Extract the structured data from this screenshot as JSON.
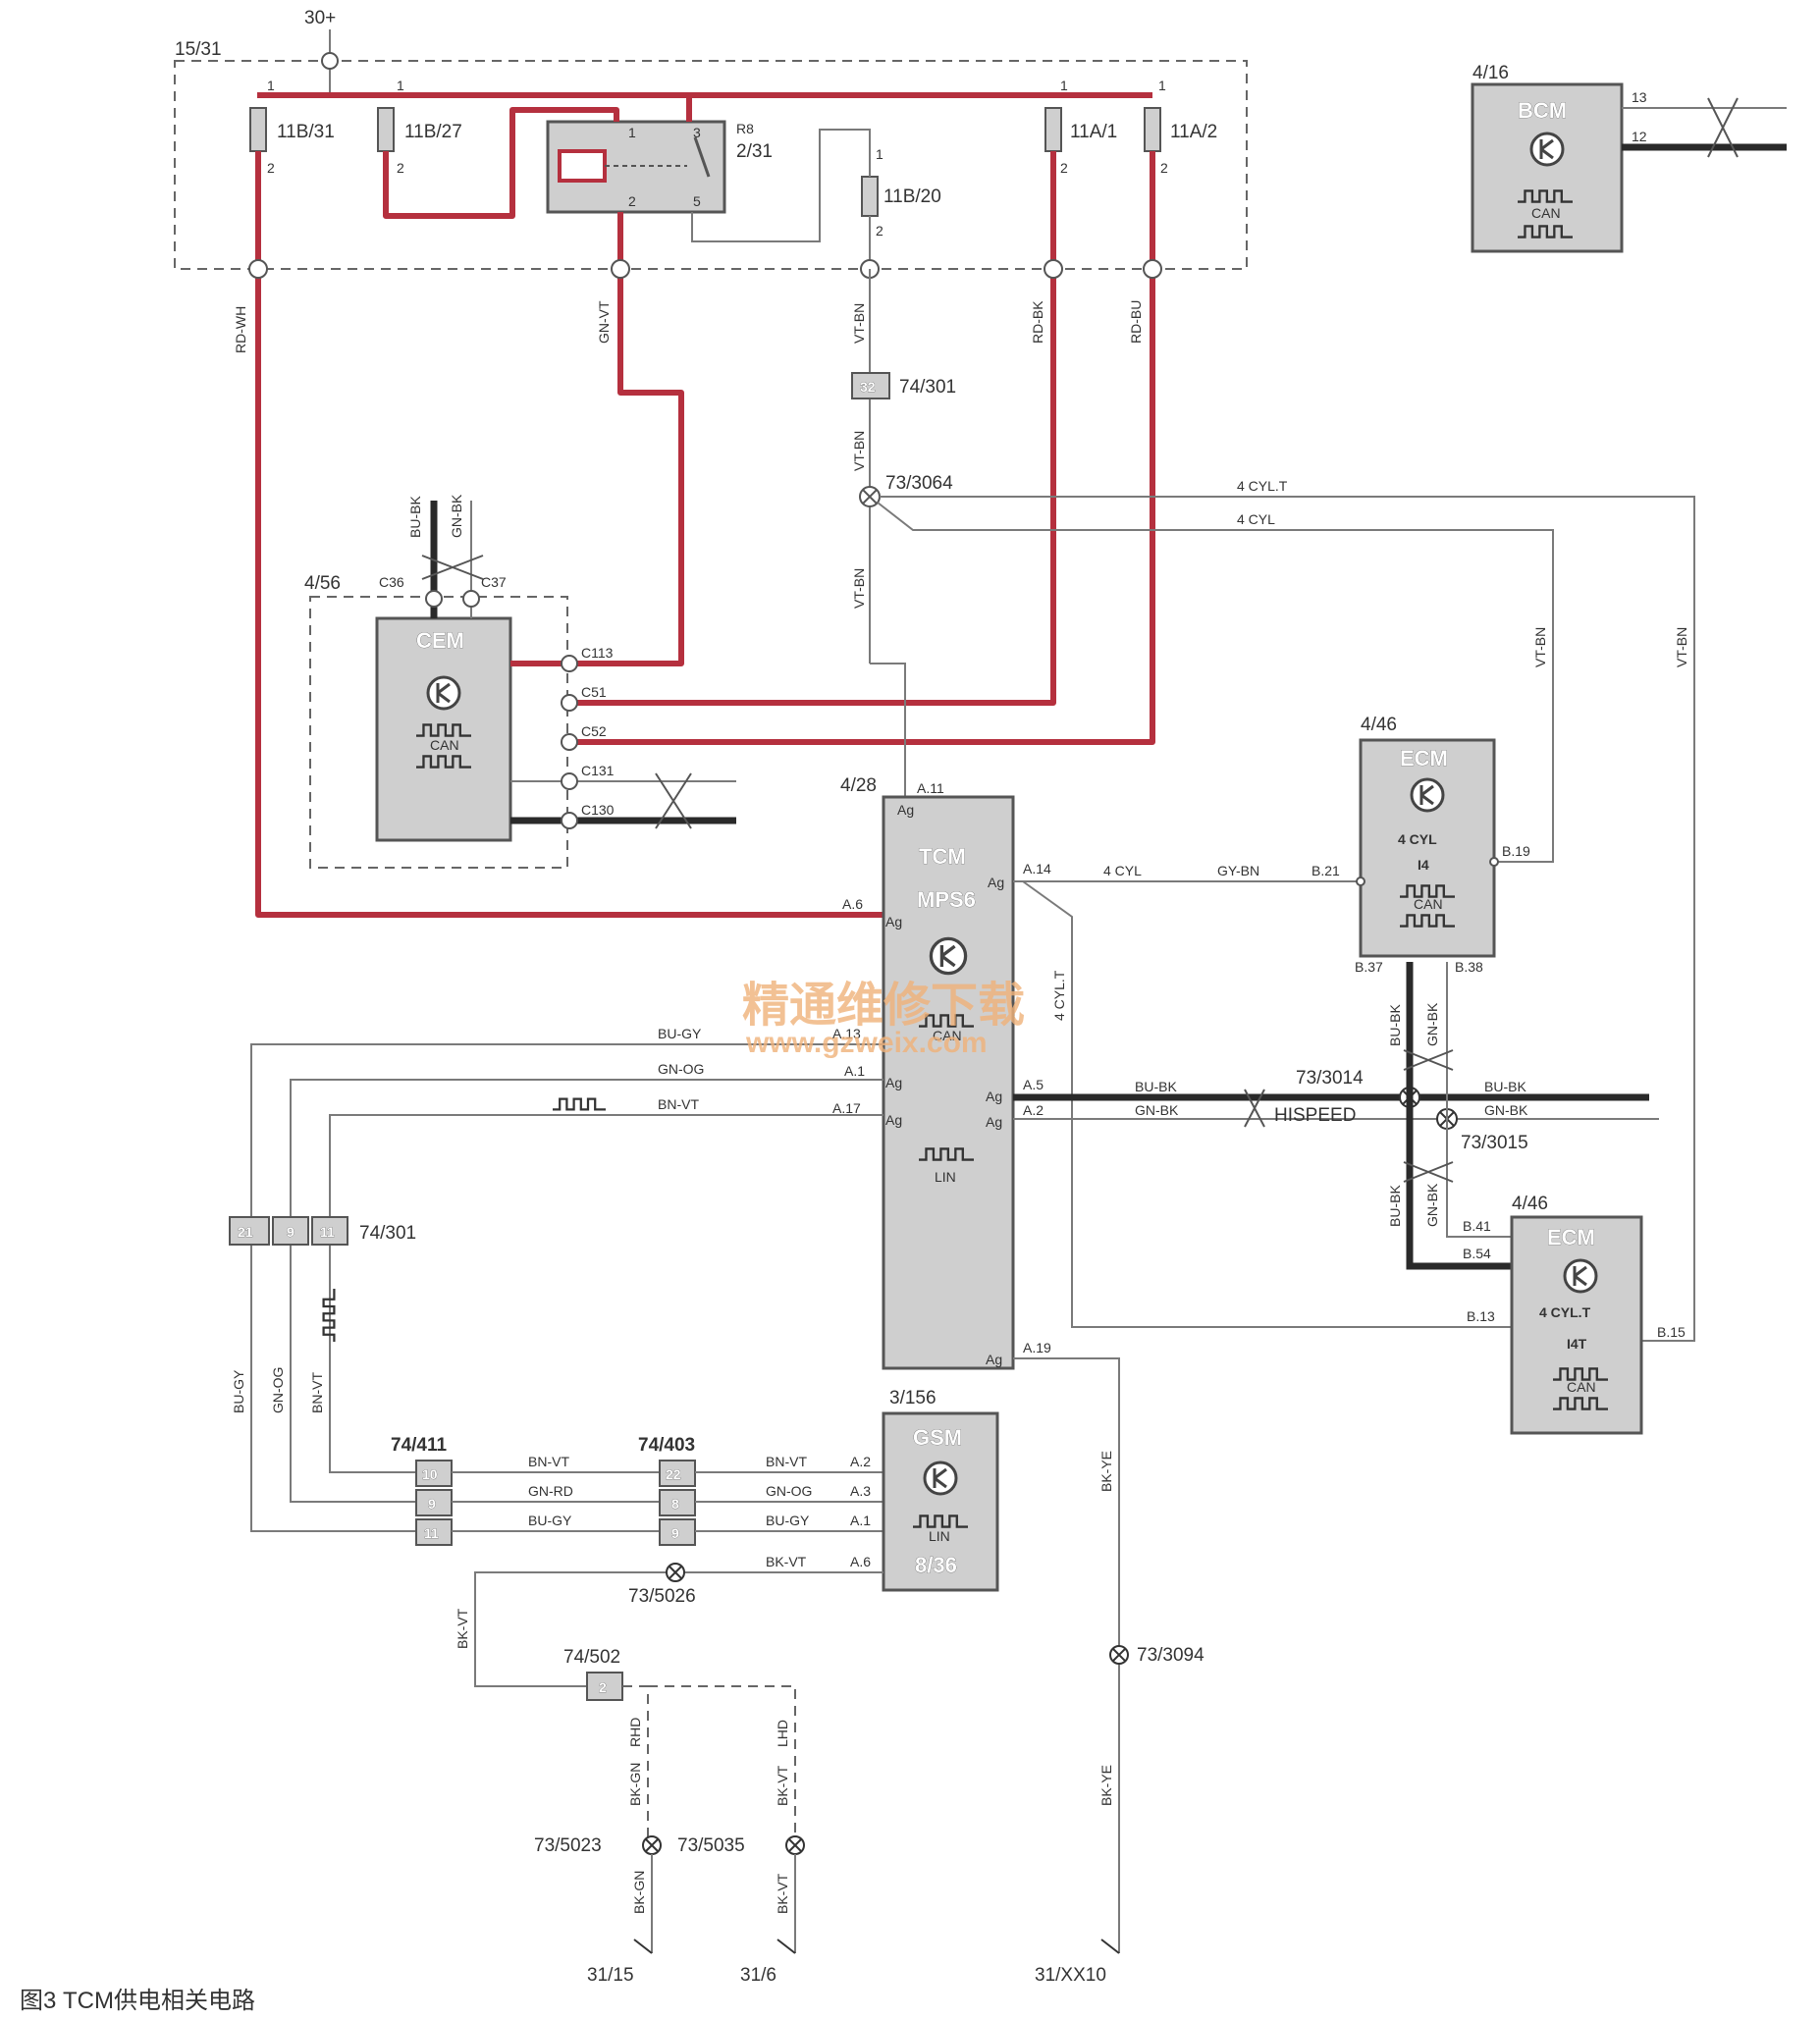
{
  "supply": {
    "b30": "30+",
    "box": "15/31"
  },
  "fuses": [
    {
      "id": "11B/31",
      "p1": "1",
      "p2": "2"
    },
    {
      "id": "11B/27",
      "p1": "1",
      "p2": "2"
    },
    {
      "id": "11A/1",
      "p1": "1",
      "p2": "2"
    },
    {
      "id": "11A/2",
      "p1": "1",
      "p2": "2"
    },
    {
      "id": "11B/20",
      "p1": "1",
      "p2": "2"
    }
  ],
  "relay": {
    "code": "R8",
    "id": "2/31",
    "pins": [
      "1",
      "3",
      "2",
      "5"
    ]
  },
  "wires": {
    "rdwh": "RD-WH",
    "gnvt": "GN-VT",
    "vtbn": "VT-BN",
    "rdbk": "RD-BK",
    "rdbu": "RD-BU",
    "bubk": "BU-BK",
    "gnbk": "GN-BK",
    "gybn": "GY-BN",
    "bugy": "BU-GY",
    "gnog": "GN-OG",
    "bnvt": "BN-VT",
    "gnrd": "GN-RD",
    "bkvt": "BK-VT",
    "bkye": "BK-YE",
    "bkgn": "BK-GN",
    "cyl4": "4 CYL",
    "cyl4t": "4 CYL.T",
    "hispeed": "HISPEED",
    "rhd": "RHD",
    "lhd": "LHD"
  },
  "bcm": {
    "id": "4/16",
    "name": "BCM",
    "pin_a": "13",
    "pin_b": "12"
  },
  "cem": {
    "id": "4/56",
    "name": "CEM",
    "top_pins": [
      "C36",
      "C37"
    ],
    "pins": [
      "C113",
      "C51",
      "C52",
      "C131",
      "C130"
    ]
  },
  "tcm": {
    "id": "4/28",
    "name": "TCM",
    "sub": "MPS6",
    "ag": "Ag",
    "pins": {
      "a11": "A.11",
      "a14": "A.14",
      "a6": "A.6",
      "a13": "A.13",
      "a1": "A.1",
      "a17": "A.17",
      "a5": "A.5",
      "a2": "A.2",
      "a19": "A.19"
    }
  },
  "ecm1": {
    "id": "4/46",
    "name": "ECM",
    "l1": "4 CYL",
    "l2": "I4",
    "pins": {
      "b21": "B.21",
      "b19": "B.19",
      "b37": "B.37",
      "b38": "B.38"
    }
  },
  "ecm2": {
    "id": "4/46",
    "name": "ECM",
    "l1": "4 CYL.T",
    "l2": "I4T",
    "pins": {
      "b41": "B.41",
      "b54": "B.54",
      "b13": "B.13",
      "b15": "B.15"
    }
  },
  "gsm": {
    "id": "3/156",
    "name": "GSM",
    "sub": "8/36",
    "pins": [
      "A.2",
      "A.3",
      "A.1",
      "A.6"
    ]
  },
  "bus": {
    "can": "CAN",
    "lin": "LIN"
  },
  "connectors": {
    "c74_301_top": {
      "id": "74/301",
      "pin": "32"
    },
    "c74_301": {
      "id": "74/301",
      "pins": [
        "21",
        "9",
        "11"
      ]
    },
    "c74_411": {
      "id": "74/411",
      "pins": [
        "10",
        "9",
        "11"
      ]
    },
    "c74_403": {
      "id": "74/403",
      "pins": [
        "22",
        "8",
        "9"
      ]
    },
    "c74_502": {
      "id": "74/502",
      "pin": "2"
    }
  },
  "splices": [
    "73/3064",
    "73/3014",
    "73/3015",
    "73/5026",
    "73/3094",
    "73/5023",
    "73/5035"
  ],
  "grounds": [
    "31/15",
    "31/6",
    "31/XX10"
  ],
  "watermark": {
    "cn": "精通维修下载",
    "url": "www.gzweix.com"
  },
  "caption": "图3   TCM供电相关电路"
}
